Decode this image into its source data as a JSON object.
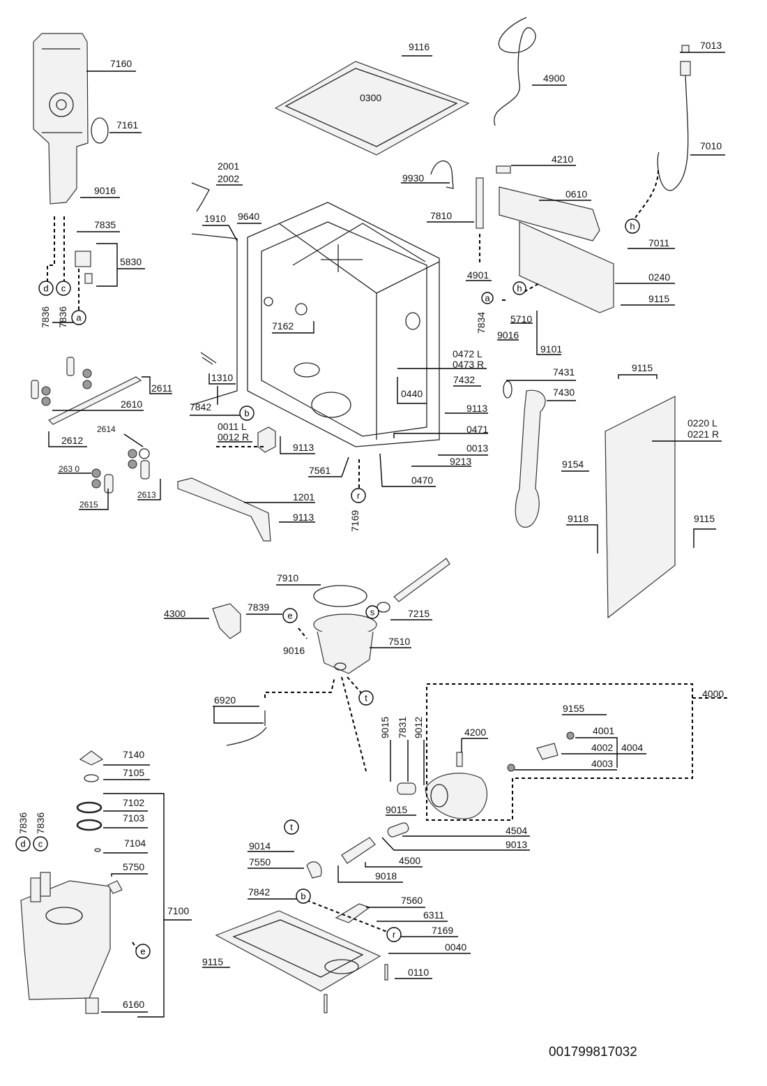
{
  "document_code": "001799817032",
  "part_labels": {
    "p7160": "7160",
    "p7161": "7161",
    "p9016a": "9016",
    "p7835": "7835",
    "p5830": "5830",
    "p7836a": "7836",
    "p7836b": "7836",
    "p9116": "9116",
    "p0300": "0300",
    "p4900": "4900",
    "p7013": "7013",
    "p7010": "7010",
    "p2001": "2001",
    "p2002": "2002",
    "p1910": "1910",
    "p9640": "9640",
    "p7162": "7162",
    "p9930": "9930",
    "p4210": "4210",
    "p0610": "0610",
    "p7810": "7810",
    "p7011": "7011",
    "p4901": "4901",
    "p0240": "0240",
    "p9115a": "9115",
    "p7834": "7834",
    "p5710": "5710",
    "p9016b": "9016",
    "p9101": "9101",
    "p1310": "1310",
    "p2611": "2611",
    "p2610": "2610",
    "p2612": "2612",
    "p2614": "2614",
    "p2630": "263 0",
    "p2615": "2615",
    "p2613": "2613",
    "p7842a": "7842",
    "p0011": "0011 L",
    "p0012": "0012 R",
    "p9113a": "9113",
    "p0472": "0472 L",
    "p0473": "0473 R",
    "p7432": "7432",
    "p0440": "0440",
    "p9113b": "9113",
    "p0471": "0471",
    "p0013": "0013",
    "p9213": "9213",
    "p7561": "7561",
    "p0470": "0470",
    "p1201": "1201",
    "p9113c": "9113",
    "p7169a": "7169",
    "p7431": "7431",
    "p7430": "7430",
    "p9115b": "9115",
    "p0220": "0220 L",
    "p0221": "0221 R",
    "p9154": "9154",
    "p9118": "9118",
    "p9115c": "9115",
    "p7910": "7910",
    "p7839": "7839",
    "p4300": "4300",
    "p7215": "7215",
    "p9016c": "9016",
    "p7510": "7510",
    "p6920": "6920",
    "p4000": "4000",
    "p9155": "9155",
    "p4001": "4001",
    "p4002": "4002",
    "p4004": "4004",
    "p4003": "4003",
    "p4200": "4200",
    "p9015a": "9015",
    "p7831": "7831",
    "p9012": "9012",
    "p9015b": "9015",
    "p4504": "4504",
    "p9013": "9013",
    "p4500": "4500",
    "p9014": "9014",
    "p7550": "7550",
    "p9018": "9018",
    "p7140": "7140",
    "p7105": "7105",
    "p7102": "7102",
    "p7103": "7103",
    "p7104": "7104",
    "p5750": "5750",
    "p7100": "7100",
    "p6160": "6160",
    "p7836c": "7836",
    "p7836d": "7836",
    "p7842b": "7842",
    "p7560": "7560",
    "p6311": "6311",
    "p7169b": "7169",
    "p0040": "0040",
    "p9115d": "9115",
    "p0110": "0110"
  },
  "connector_letters": {
    "d1": "d",
    "c1": "c",
    "a1": "a",
    "h1": "h",
    "a2": "a",
    "h2": "h",
    "b1": "b",
    "r1": "r",
    "e1": "e",
    "s1": "s",
    "t1": "t",
    "t2": "t",
    "d2": "d",
    "c2": "c",
    "e2": "e",
    "b2": "b",
    "r2": "r"
  }
}
